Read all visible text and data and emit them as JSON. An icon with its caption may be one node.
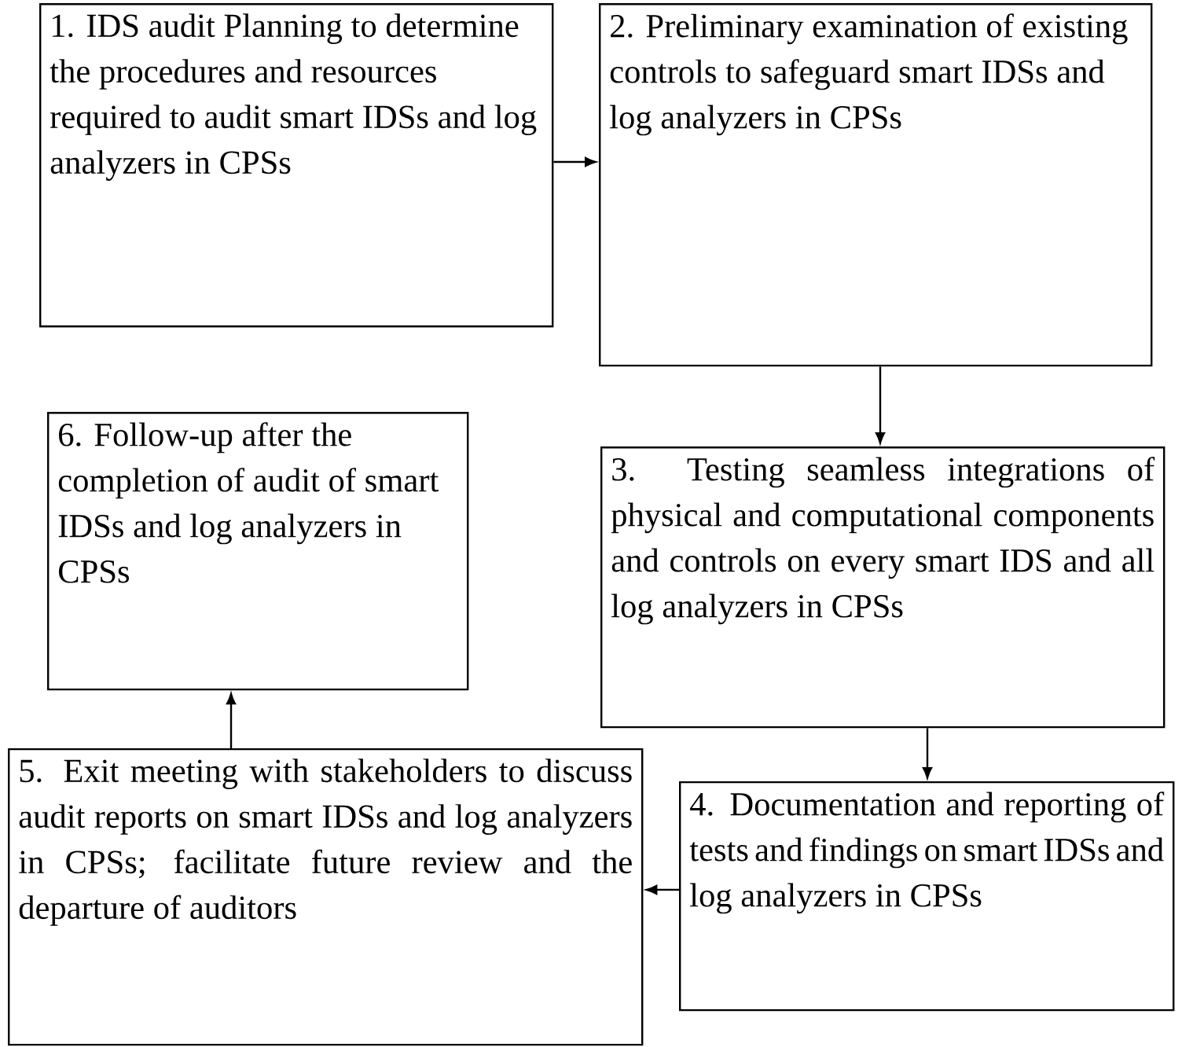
{
  "diagram": {
    "nodes": [
      {
        "text": [
          "1. IDS audit Planning to determine the procedures and resources required to audit smart IDSs and log analyzers in CPSs"
        ]
      },
      {
        "text": [
          "2. Preliminary examination of existing controls to safeguard smart IDSs and log analyzers in CPSs"
        ]
      },
      {
        "text": [
          "3. Testing seamless integrations of physical and computational components and controls on every smart IDS and all log analyzers in CPSs"
        ]
      },
      {
        "text": [
          "4. Documentation and reporting of tests and findings on smart IDSs and log analyzers in CPSs"
        ]
      },
      {
        "text": [
          "5. Exit meeting with stakeholders to discuss audit reports on smart IDSs and log analyzers in CPSs; facilitate future review and the departure of auditors"
        ]
      },
      {
        "text": [
          "6. Follow-up after the completion of audit of smart IDSs and log analyzers in CPSs"
        ]
      }
    ],
    "edges": [
      {
        "from": 0,
        "to": 1,
        "arrow": "to"
      },
      {
        "from": 1,
        "to": 2,
        "arrow": "to"
      },
      {
        "from": 2,
        "to": 3,
        "arrow": "to"
      },
      {
        "from": 3,
        "to": 4,
        "arrow": "to"
      },
      {
        "from": 4,
        "to": 5,
        "arrow": "to"
      }
    ]
  }
}
